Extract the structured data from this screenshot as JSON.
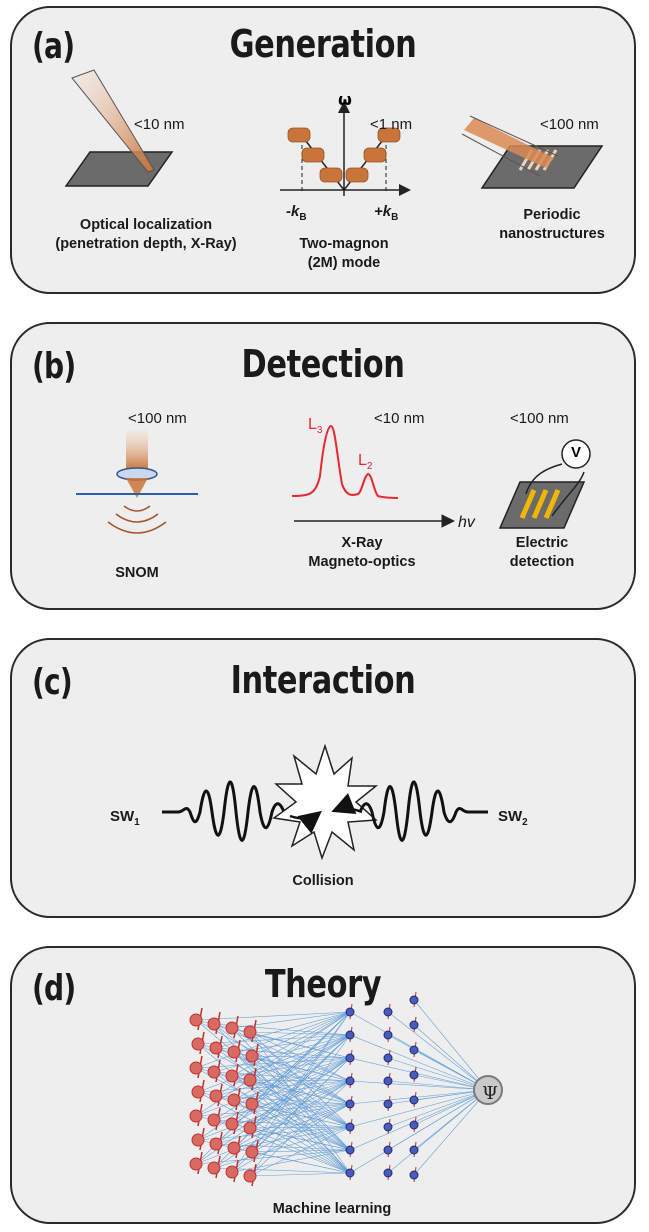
{
  "panels": {
    "a": {
      "tag": "(a)",
      "title": "Generation",
      "size_left": "<10 nm",
      "size_mid": "<1 nm",
      "size_right": "<100 nm",
      "omega": "ω",
      "kb_minus": "-k",
      "kb_plus": "+k",
      "kb_sub": "B",
      "label_left_1": "Optical localization",
      "label_left_2": "(penetration depth, X-Ray)",
      "label_mid_1": "Two-magnon",
      "label_mid_2": "(2M) mode",
      "label_right_1": "Periodic",
      "label_right_2": "nanostructures"
    },
    "b": {
      "tag": "(b)",
      "title": "Detection",
      "size_left": "<100 nm",
      "size_mid": "<10 nm",
      "size_right": "<100 nm",
      "peak_l3": "L",
      "peak_l3_sub": "3",
      "peak_l2": "L",
      "peak_l2_sub": "2",
      "axis_hv": "hv",
      "voltmeter": "V",
      "label_left": "SNOM",
      "label_mid_1": "X-Ray",
      "label_mid_2": "Magneto-optics",
      "label_right_1": "Electric",
      "label_right_2": "detection"
    },
    "c": {
      "tag": "(c)",
      "title": "Interaction",
      "sw1": "SW",
      "sw1_sub": "1",
      "sw2": "SW",
      "sw2_sub": "2",
      "label": "Collision"
    },
    "d": {
      "tag": "(d)",
      "title": "Theory",
      "psi": "Ψ",
      "label": "Machine learning"
    }
  },
  "colors": {
    "panel_bg": "#eeeeee",
    "border": "#2a2a2a",
    "copper": "#c8743a",
    "spectrum_red": "#e8282e",
    "gold_stripe": "#f2b600",
    "network_blue": "#2f7fd0",
    "spin_red": "#c0312f",
    "node_navy": "#1c2a7a"
  }
}
